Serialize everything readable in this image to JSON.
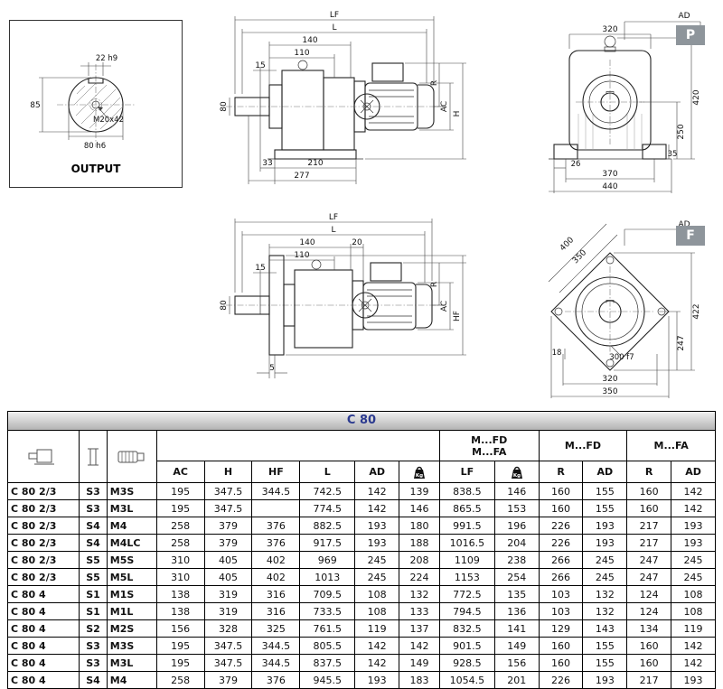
{
  "badges": {
    "p": "P",
    "f": "F"
  },
  "output_detail": {
    "caption": "OUTPUT",
    "dim_key": "22 h9",
    "dim_height": "85",
    "dim_thread": "M20x42",
    "dim_shaft": "80 h6"
  },
  "side_view_p": {
    "dim_lf": "LF",
    "dim_l": "L",
    "dim_140": "140",
    "dim_110": "110",
    "dim_15": "15",
    "dim_80": "80",
    "dim_33": "33",
    "dim_210": "210",
    "dim_277": "277",
    "dim_r": "R",
    "dim_ac": "AC",
    "dim_h": "H"
  },
  "end_view_p": {
    "dim_ad": "AD",
    "dim_320": "320",
    "dim_420": "420",
    "dim_250": "250",
    "dim_26": "26",
    "dim_370": "370",
    "dim_440": "440",
    "dim_35": "35"
  },
  "side_view_f": {
    "dim_lf": "LF",
    "dim_l": "L",
    "dim_140": "140",
    "dim_20": "20",
    "dim_110": "110",
    "dim_15": "15",
    "dim_80": "80",
    "dim_5": "5",
    "dim_r": "R",
    "dim_ac": "AC",
    "dim_hf": "HF"
  },
  "end_view_f": {
    "dim_ad": "AD",
    "dim_400": "400",
    "dim_350_diag": "350",
    "dim_422": "422",
    "dim_247": "247",
    "dim_18": "18",
    "dim_300": "300 f7",
    "dim_320": "320",
    "dim_350": "350"
  },
  "table": {
    "title": "C 80",
    "groups": {
      "combined_line1": "M...FD",
      "combined_line2": "M...FA",
      "mfd": "M...FD",
      "mfa": "M...FA"
    },
    "columns": {
      "ac": "AC",
      "h": "H",
      "hf": "HF",
      "l": "L",
      "ad": "AD",
      "kg": "Kg",
      "lf": "LF",
      "r": "R",
      "ad2": "AD",
      "r2": "R",
      "ad3": "AD"
    },
    "rows": [
      {
        "series": "C 80 2/3",
        "s": "S3",
        "m": "M3S",
        "values": [
          "195",
          "347.5",
          "344.5",
          "742.5",
          "142",
          "139",
          "838.5",
          "146",
          "160",
          "155",
          "160",
          "142"
        ]
      },
      {
        "series": "C 80 2/3",
        "s": "S3",
        "m": "M3L",
        "values": [
          "195",
          "347.5",
          "",
          "774.5",
          "142",
          "146",
          "865.5",
          "153",
          "160",
          "155",
          "160",
          "142"
        ]
      },
      {
        "series": "C 80 2/3",
        "s": "S4",
        "m": "M4",
        "values": [
          "258",
          "379",
          "376",
          "882.5",
          "193",
          "180",
          "991.5",
          "196",
          "226",
          "193",
          "217",
          "193"
        ]
      },
      {
        "series": "C 80 2/3",
        "s": "S4",
        "m": "M4LC",
        "values": [
          "258",
          "379",
          "376",
          "917.5",
          "193",
          "188",
          "1016.5",
          "204",
          "226",
          "193",
          "217",
          "193"
        ]
      },
      {
        "series": "C 80 2/3",
        "s": "S5",
        "m": "M5S",
        "values": [
          "310",
          "405",
          "402",
          "969",
          "245",
          "208",
          "1109",
          "238",
          "266",
          "245",
          "247",
          "245"
        ]
      },
      {
        "series": "C 80 2/3",
        "s": "S5",
        "m": "M5L",
        "values": [
          "310",
          "405",
          "402",
          "1013",
          "245",
          "224",
          "1153",
          "254",
          "266",
          "245",
          "247",
          "245"
        ]
      },
      {
        "series": "C 80 4",
        "s": "S1",
        "m": "M1S",
        "values": [
          "138",
          "319",
          "316",
          "709.5",
          "108",
          "132",
          "772.5",
          "135",
          "103",
          "132",
          "124",
          "108"
        ]
      },
      {
        "series": "C 80 4",
        "s": "S1",
        "m": "M1L",
        "values": [
          "138",
          "319",
          "316",
          "733.5",
          "108",
          "133",
          "794.5",
          "136",
          "103",
          "132",
          "124",
          "108"
        ]
      },
      {
        "series": "C 80 4",
        "s": "S2",
        "m": "M2S",
        "values": [
          "156",
          "328",
          "325",
          "761.5",
          "119",
          "137",
          "832.5",
          "141",
          "129",
          "143",
          "134",
          "119"
        ]
      },
      {
        "series": "C 80 4",
        "s": "S3",
        "m": "M3S",
        "values": [
          "195",
          "347.5",
          "344.5",
          "805.5",
          "142",
          "142",
          "901.5",
          "149",
          "160",
          "155",
          "160",
          "142"
        ]
      },
      {
        "series": "C 80 4",
        "s": "S3",
        "m": "M3L",
        "values": [
          "195",
          "347.5",
          "344.5",
          "837.5",
          "142",
          "149",
          "928.5",
          "156",
          "160",
          "155",
          "160",
          "142"
        ]
      },
      {
        "series": "C 80 4",
        "s": "S4",
        "m": "M4",
        "values": [
          "258",
          "379",
          "376",
          "945.5",
          "193",
          "183",
          "1054.5",
          "201",
          "226",
          "193",
          "217",
          "193"
        ]
      }
    ]
  }
}
